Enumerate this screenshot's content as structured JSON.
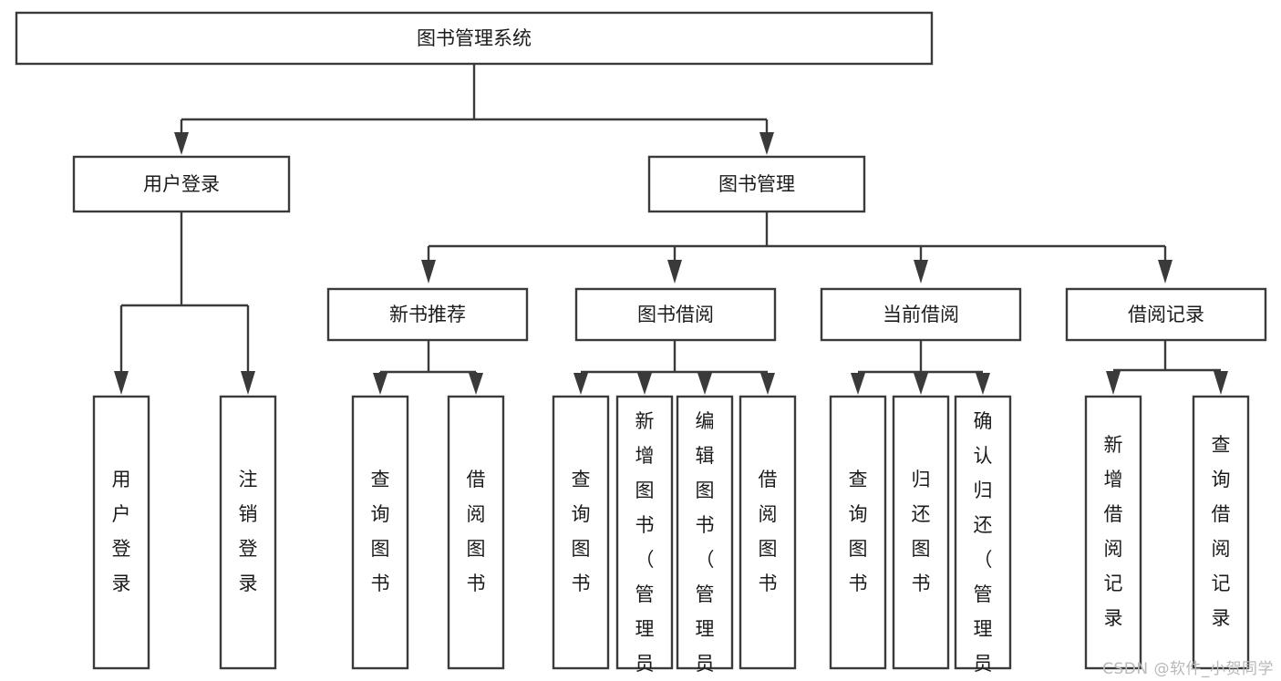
{
  "diagram": {
    "title": "图书管理系统",
    "type": "hierarchy-tree",
    "watermark": "CSDN @软件_小贺同学",
    "colors": {
      "stroke": "#3a3a3a",
      "box_fill": "#ffffff",
      "text": "#1b1b1b",
      "background": "#ffffff",
      "watermark": "#b9b9b9"
    },
    "root": {
      "id": "root",
      "label": "图书管理系统"
    },
    "level2": [
      {
        "id": "user-login",
        "label": "用户登录"
      },
      {
        "id": "book-manage",
        "label": "图书管理"
      }
    ],
    "level3": [
      {
        "id": "new-book-recommend",
        "label": "新书推荐"
      },
      {
        "id": "book-borrow",
        "label": "图书借阅"
      },
      {
        "id": "current-borrow",
        "label": "当前借阅"
      },
      {
        "id": "borrow-record",
        "label": "借阅记录"
      }
    ],
    "leaves": {
      "user-login": [
        {
          "id": "leaf-user-login",
          "label": "用户登录"
        },
        {
          "id": "leaf-logout-login",
          "label": "注销登录"
        }
      ],
      "new-book-recommend": [
        {
          "id": "leaf-query-book-1",
          "label": "查询图书"
        },
        {
          "id": "leaf-borrow-book-1",
          "label": "借阅图书"
        }
      ],
      "book-borrow": [
        {
          "id": "leaf-query-book-2",
          "label": "查询图书"
        },
        {
          "id": "leaf-add-book",
          "label": "新增图书（管理员）"
        },
        {
          "id": "leaf-edit-book",
          "label": "编辑图书（管理员）"
        },
        {
          "id": "leaf-borrow-book-2",
          "label": "借阅图书"
        }
      ],
      "current-borrow": [
        {
          "id": "leaf-query-book-3",
          "label": "查询图书"
        },
        {
          "id": "leaf-return-book",
          "label": "归还图书"
        },
        {
          "id": "leaf-confirm-return",
          "label": "确认归还（管理员）"
        }
      ],
      "borrow-record": [
        {
          "id": "leaf-add-record",
          "label": "新增借阅记录"
        },
        {
          "id": "leaf-query-record",
          "label": "查询借阅记录"
        }
      ]
    }
  }
}
